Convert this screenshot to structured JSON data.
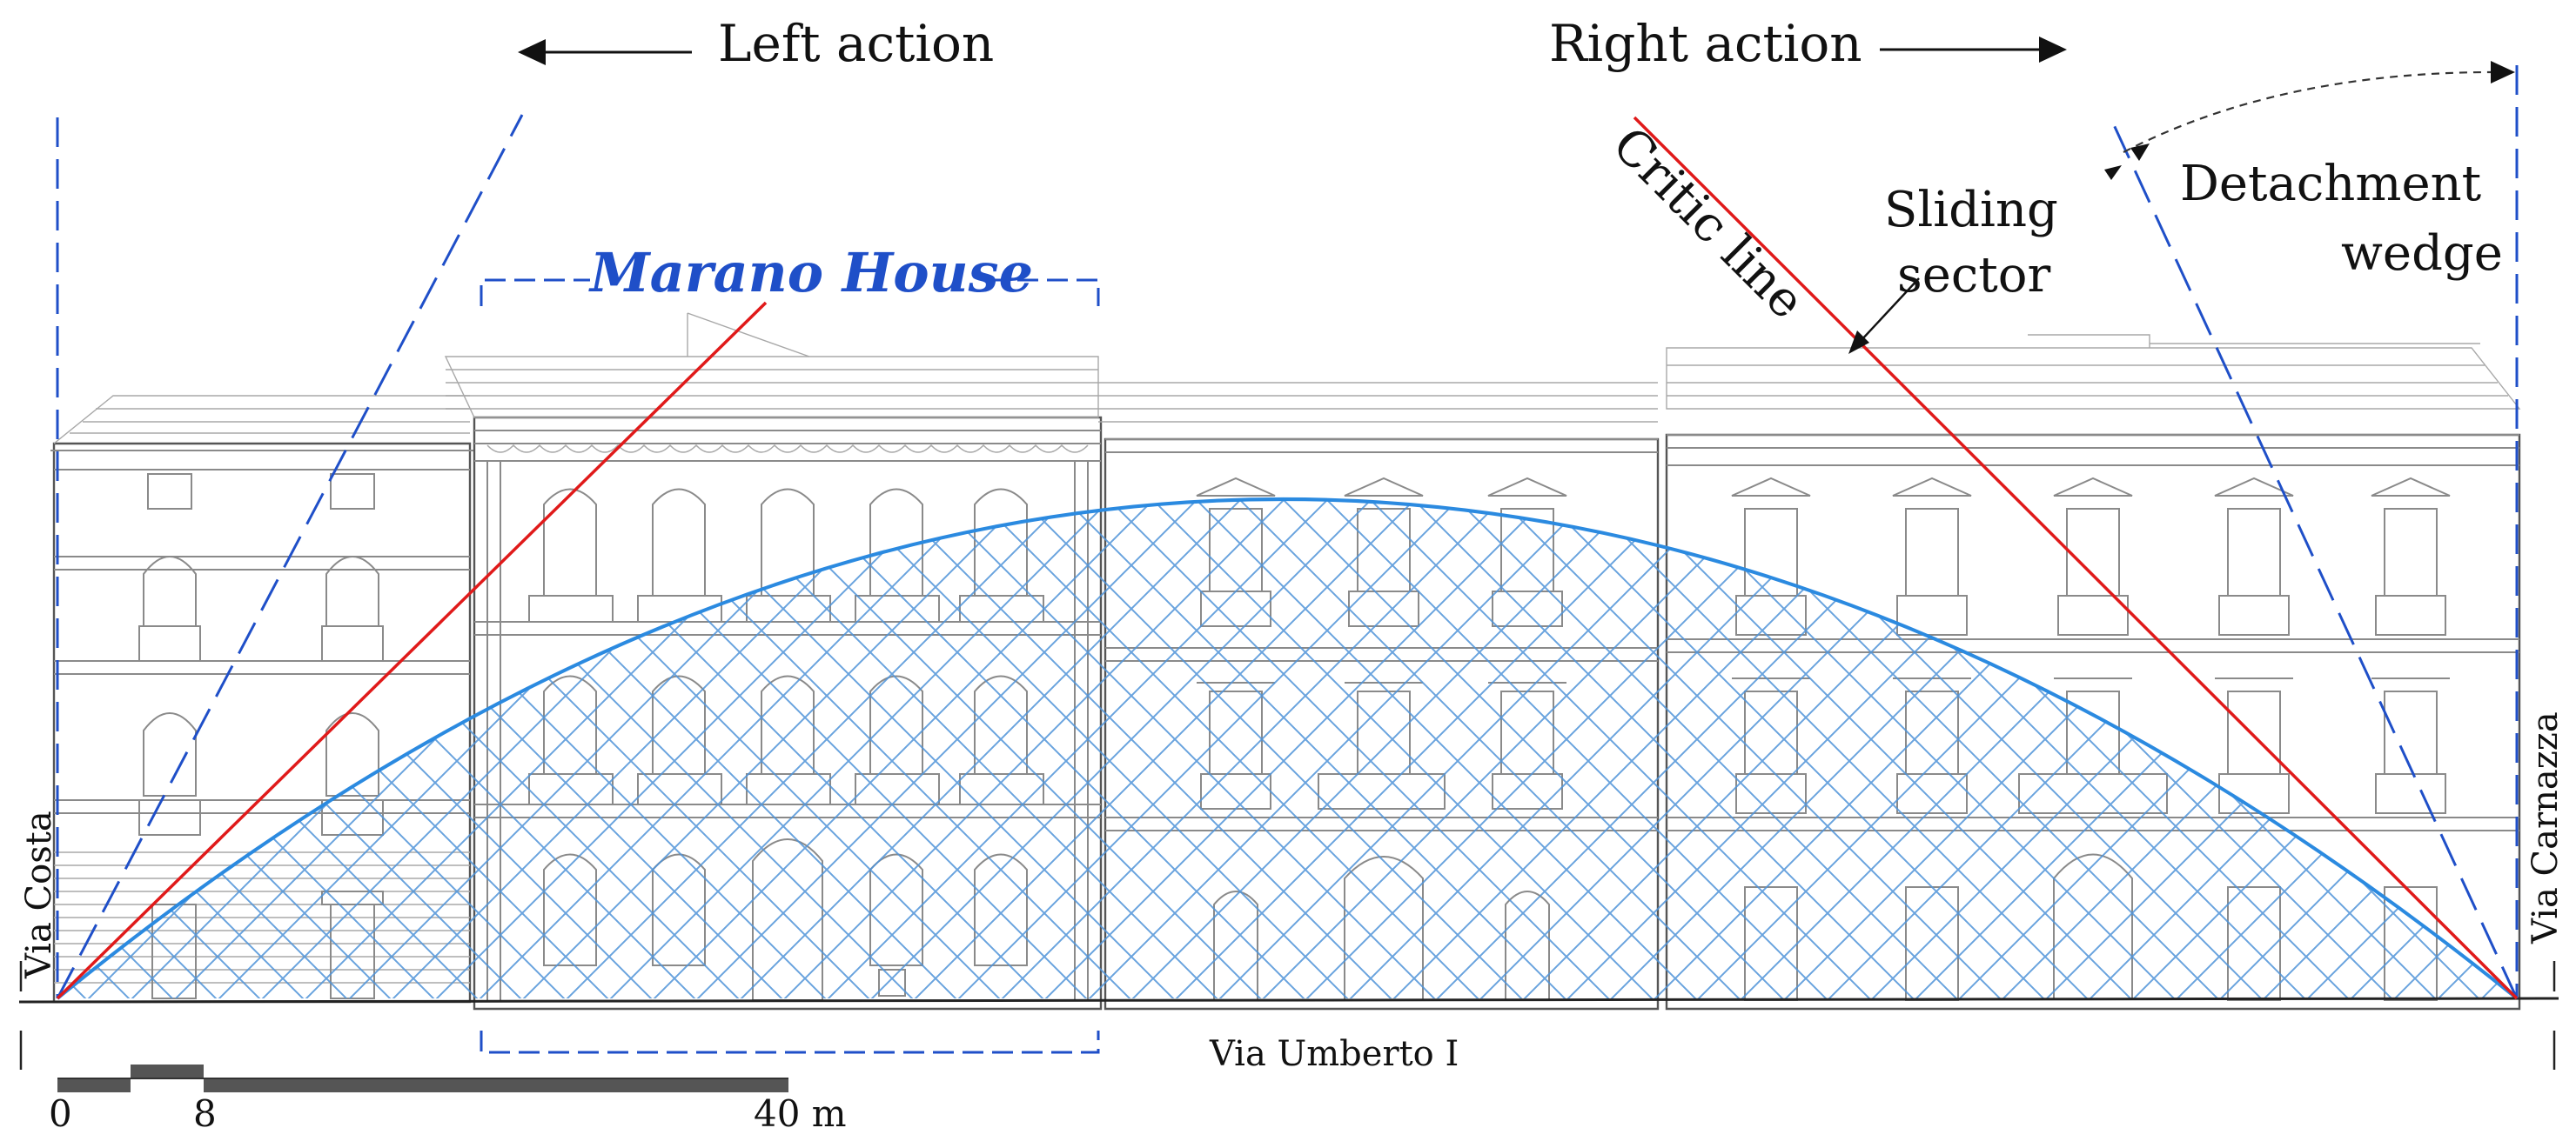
{
  "labels": {
    "left_action": "Left action",
    "right_action": "Right action",
    "marano_house": "Marano House",
    "critic_line": "Critic line",
    "sliding": "Sliding",
    "sector": "sector",
    "detachment": "Detachment",
    "wedge": "wedge",
    "via_costa": "Via Costa",
    "via_carnazza": "Via Carnazza",
    "via_umberto": "Via Umberto I"
  },
  "scale_bar": {
    "tick_0": "0",
    "tick_8": "8",
    "tick_40": "40 m"
  },
  "colors": {
    "blue_lines": "#1f4fc8",
    "arch_blue": "#2b8ae0",
    "hatch_blue": "#4f93d8",
    "critic_red": "#e01a1a",
    "building_grey": "#8a8a8a",
    "scale_grey": "#555555"
  }
}
